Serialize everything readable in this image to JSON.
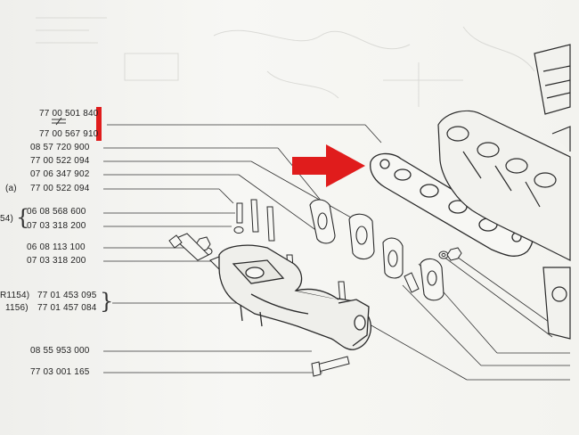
{
  "parts": {
    "p1": "77 00 501 840",
    "p2": "77 00 567 910",
    "p3": "08 57 720 900",
    "p4": "77 00 522 094",
    "p5": "07 06 347 902",
    "p6_prefix": "(a)",
    "p6": "77 00 522 094",
    "g1_prefix": "54)",
    "g1_a": "06 08 568 600",
    "g1_b": "07 03 318 200",
    "p7": "06 08 113 100",
    "p8": "07 03 318 200",
    "g2_prefix_a": "R1154)",
    "g2_a": "77 01 453 095",
    "g2_prefix_b": "1156)",
    "g2_b": "77 01 457 084",
    "p9": "08 55 953 000",
    "p10": "77 03 001 165"
  },
  "colors": {
    "highlight_bar": "#e01c1c",
    "arrow": "#e01c1c",
    "ink": "#2a2a2a",
    "paper": "#f4f4f1"
  }
}
